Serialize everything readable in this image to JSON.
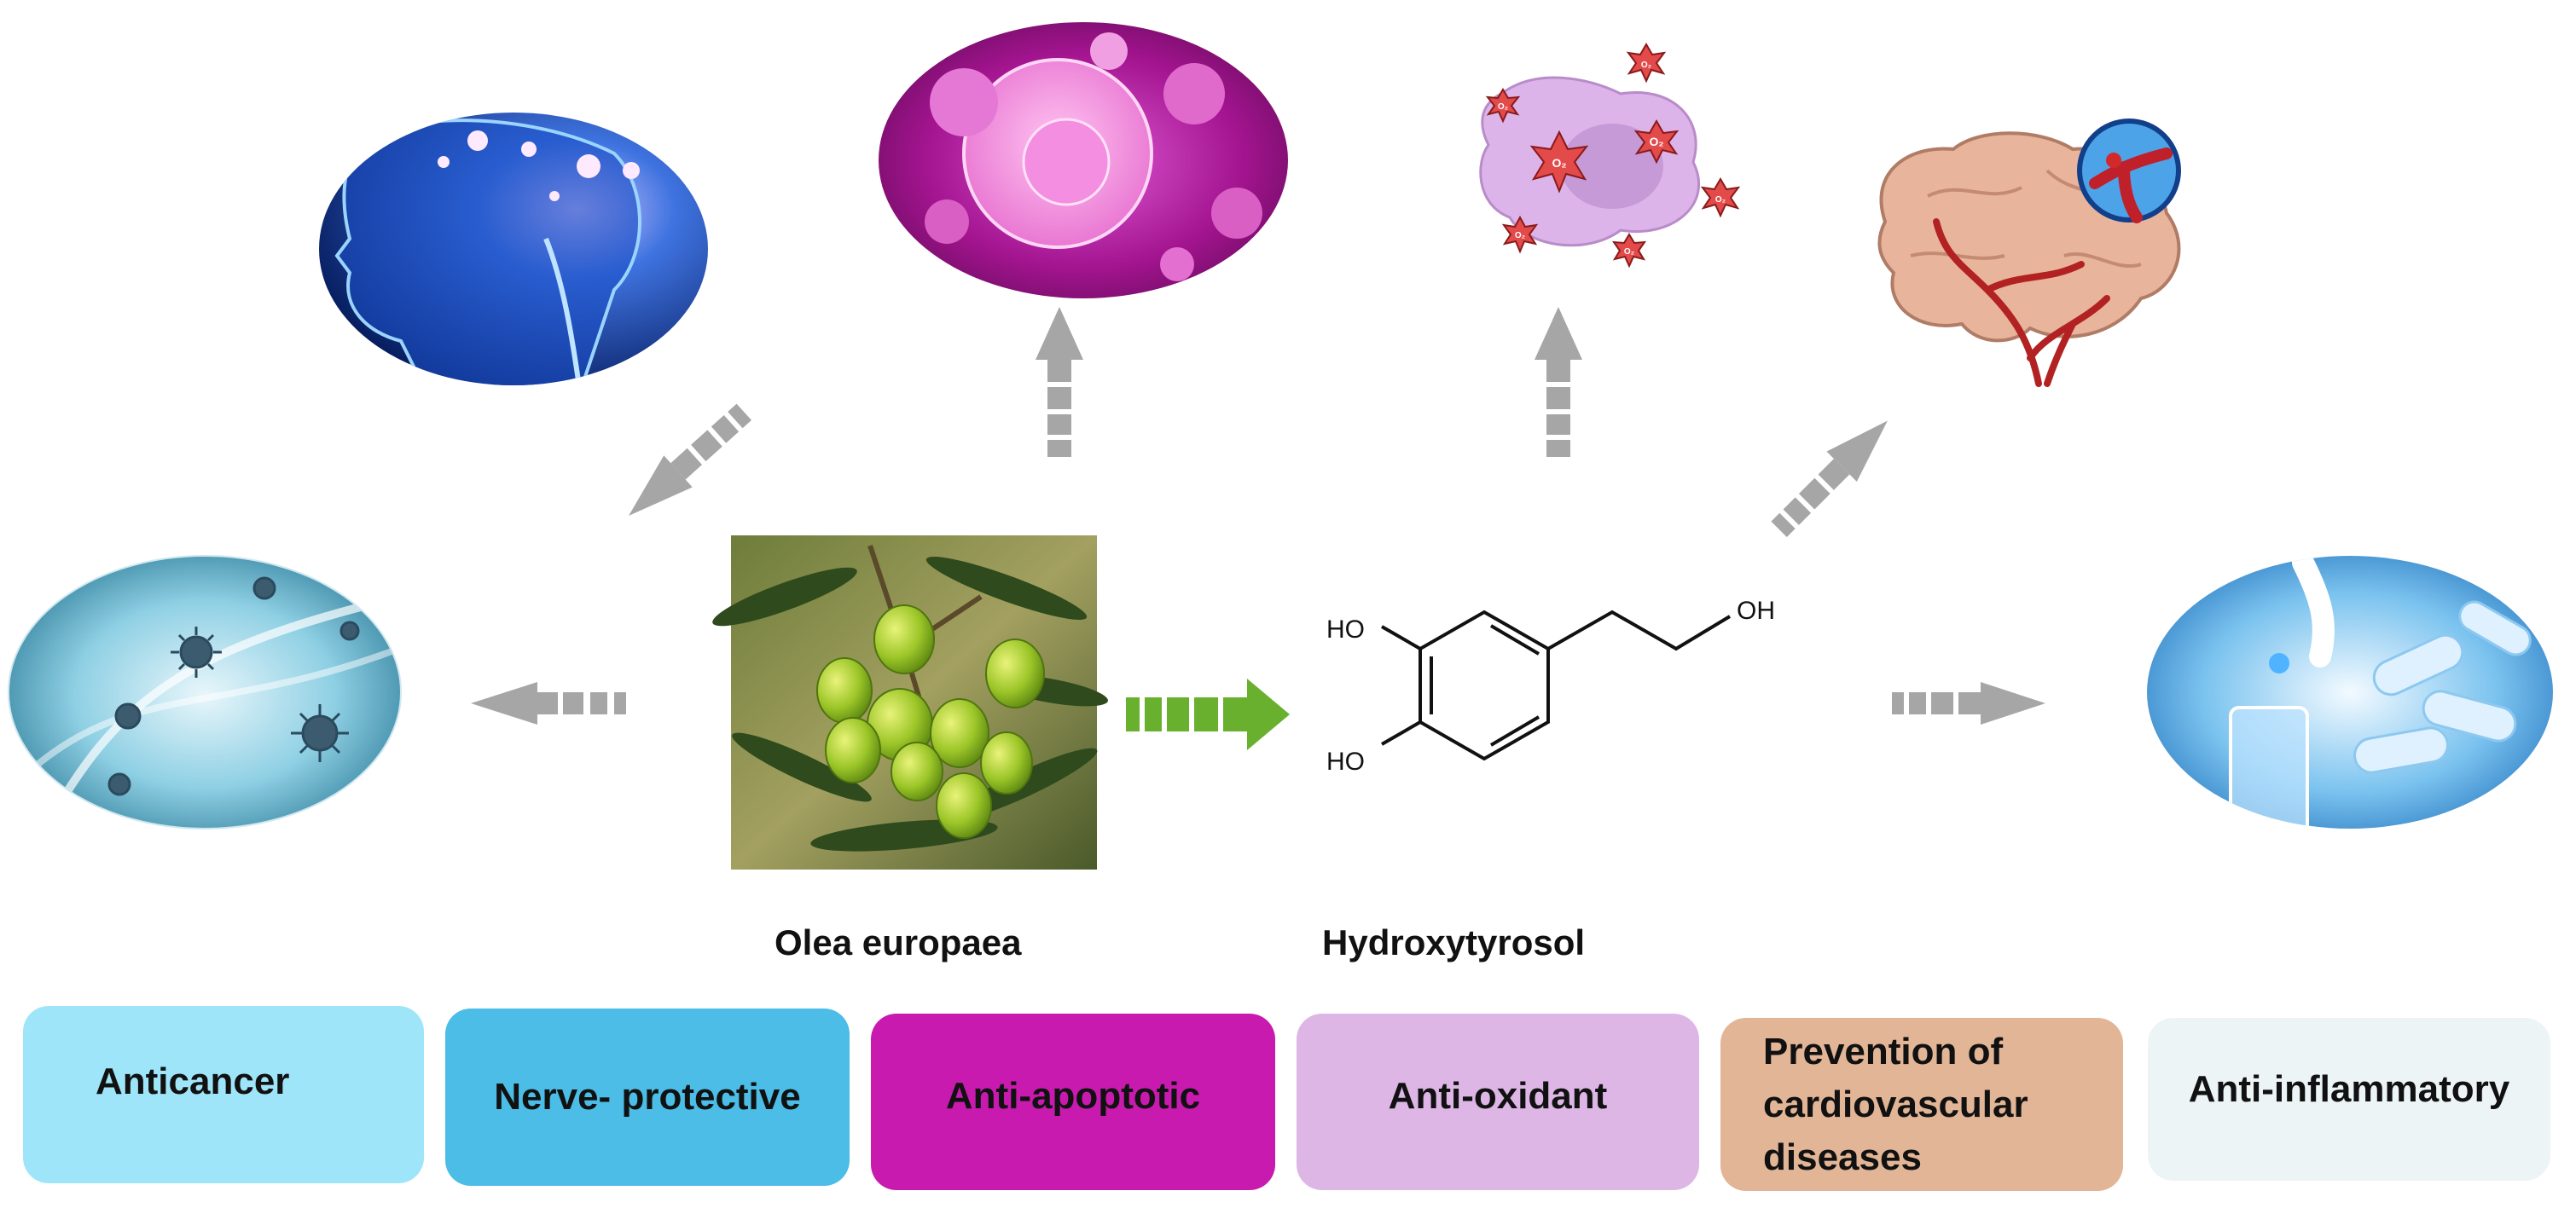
{
  "center": {
    "plant_label": "Olea europaea",
    "compound_label": "Hydroxytyrosol",
    "molecule_oh_top": "OH",
    "molecule_ho_upper": "HO",
    "molecule_ho_lower": "HO"
  },
  "images": [
    {
      "name": "dna-virus-image",
      "depicts": "viruses over DNA helix"
    },
    {
      "name": "human-head-brain-image",
      "depicts": "glowing neural human head"
    },
    {
      "name": "cell-apoptosis-image",
      "depicts": "magenta cells"
    },
    {
      "name": "oxidative-stress-cell-image",
      "depicts": "cell surrounded by reactive oxygen species"
    },
    {
      "name": "brain-vessels-image",
      "depicts": "brain with blood vessels and artery inset"
    },
    {
      "name": "pharma-lab-image",
      "depicts": "capsules and lab test tube"
    }
  ],
  "ros_label": "O₂",
  "activities": [
    {
      "label": "Anticancer",
      "color": "#9FE5FA"
    },
    {
      "label": "Nerve- protective",
      "color": "#4BBDE6"
    },
    {
      "label": "Anti-apoptotic",
      "color": "#C81AAE"
    },
    {
      "label": "Anti-oxidant",
      "color": "#DDB6E6"
    },
    {
      "label": "Prevention of cardiovascular diseases",
      "label_lines": [
        "Prevention of",
        "cardiovascular",
        "diseases"
      ],
      "color": "#E2B596"
    },
    {
      "label": "Anti-inflammatory",
      "color": "#EDF4F6"
    }
  ],
  "colors": {
    "arrow_gray": "#A6A6A6",
    "arrow_green": "#6AB02F"
  }
}
